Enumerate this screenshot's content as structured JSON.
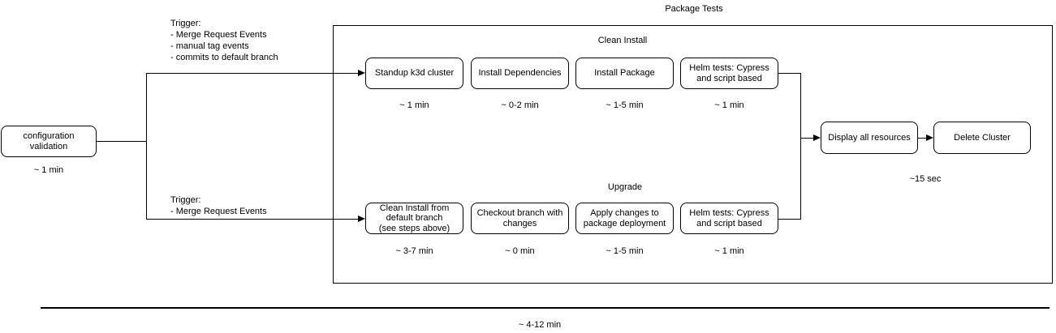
{
  "title": "Package Tests",
  "colors": {
    "stroke": "#000000",
    "background": "#ffffff",
    "text": "#000000"
  },
  "start": {
    "label": "configuration\nvalidation",
    "time": "~ 1 min"
  },
  "trigger_top": {
    "heading": "Trigger:",
    "items": [
      "- Merge Request Events",
      "- manual tag events",
      "- commits to default branch"
    ]
  },
  "trigger_bottom": {
    "heading": "Trigger:",
    "items": [
      "- Merge Request Events"
    ]
  },
  "clean_install": {
    "label": "Clean Install",
    "steps": [
      {
        "label": "Standup k3d cluster",
        "time": "~ 1 min"
      },
      {
        "label": "Install Dependencies",
        "time": "~ 0-2 min"
      },
      {
        "label": "Install Package",
        "time": "~ 1-5 min"
      },
      {
        "label": "Helm tests: Cypress\nand script based",
        "time": "~ 1 min"
      }
    ]
  },
  "upgrade": {
    "label": "Upgrade",
    "steps": [
      {
        "label": "Clean Install from\ndefault branch\n(see steps above)",
        "time": "~ 3-7 min"
      },
      {
        "label": "Checkout branch with\nchanges",
        "time": "~ 0 min"
      },
      {
        "label": "Apply changes to\npackage deployment",
        "time": "~ 1-5 min"
      },
      {
        "label": "Helm tests: Cypress\nand script based",
        "time": "~ 1 min"
      }
    ]
  },
  "finalize": {
    "steps": [
      {
        "label": "Display all resources"
      },
      {
        "label": "Delete Cluster"
      }
    ],
    "time": "~15 sec"
  },
  "total_time": "~ 4-12 min"
}
